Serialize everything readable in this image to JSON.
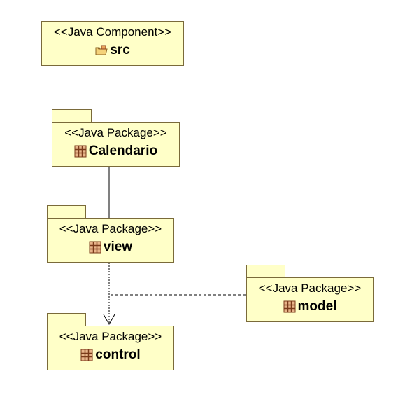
{
  "colors": {
    "fill": "#ffffc8",
    "border": "#7a6a3a",
    "edge": "#000000"
  },
  "nodes": {
    "src": {
      "stereotype": "<<Java Component>>",
      "name": "src",
      "icon": "folder-icon"
    },
    "calendario": {
      "stereotype": "<<Java Package>>",
      "name": "Calendario",
      "icon": "package-icon"
    },
    "view": {
      "stereotype": "<<Java Package>>",
      "name": "view",
      "icon": "package-icon"
    },
    "model": {
      "stereotype": "<<Java Package>>",
      "name": "model",
      "icon": "package-icon"
    },
    "control": {
      "stereotype": "<<Java Package>>",
      "name": "control",
      "icon": "package-icon"
    }
  },
  "edges": [
    {
      "from": "calendario",
      "to": "view",
      "kind": "containment-solid"
    },
    {
      "from": "view",
      "to": "control",
      "kind": "dependency-dashed-arrow"
    },
    {
      "from": "model",
      "to": "control",
      "kind": "dependency-dashed"
    }
  ]
}
